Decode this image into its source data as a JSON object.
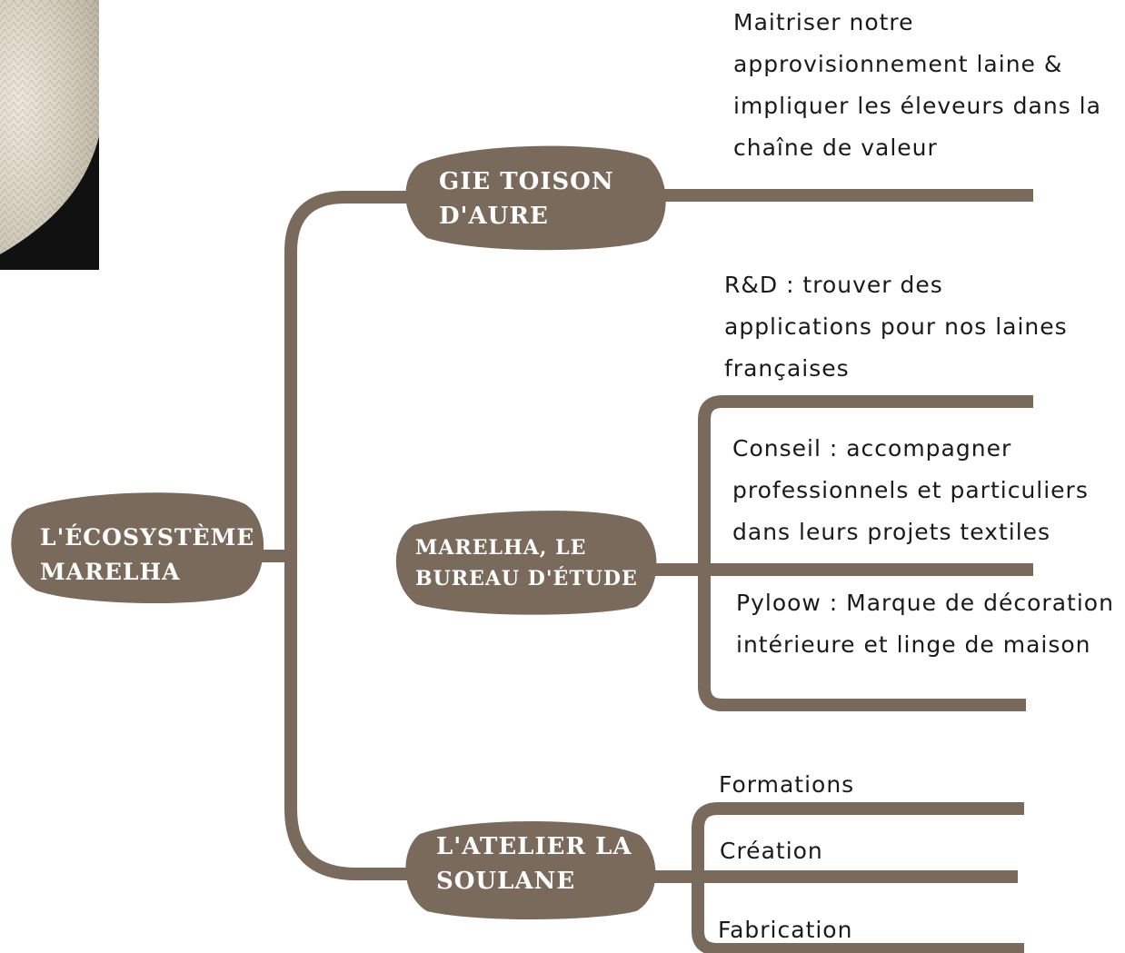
{
  "theme": {
    "branch_color": "#7a6a5c",
    "node_text_color": "#ffffff",
    "leaf_text_color": "#1a1a1a"
  },
  "image": {
    "subject": "ball of cream wool yarn"
  },
  "root": {
    "label": "L'ÉCOSYSTÈME MARELHA"
  },
  "branches": [
    {
      "label": "GIE TOISON D'AURE",
      "leaves": [
        "Maitriser notre approvisionnement laine & impliquer les éleveurs dans la chaîne de valeur"
      ]
    },
    {
      "label": "MARELHA, LE BUREAU D'ÉTUDE",
      "leaves": [
        "R&D : trouver des applications pour nos laines françaises",
        "Conseil : accompagner professionnels et particuliers dans leurs projets textiles",
        "Pyloow : Marque de décoration intérieure et linge de maison"
      ]
    },
    {
      "label": "L'ATELIER LA SOULANE",
      "leaves": [
        "Formations",
        "Création",
        "Fabrication"
      ]
    }
  ]
}
